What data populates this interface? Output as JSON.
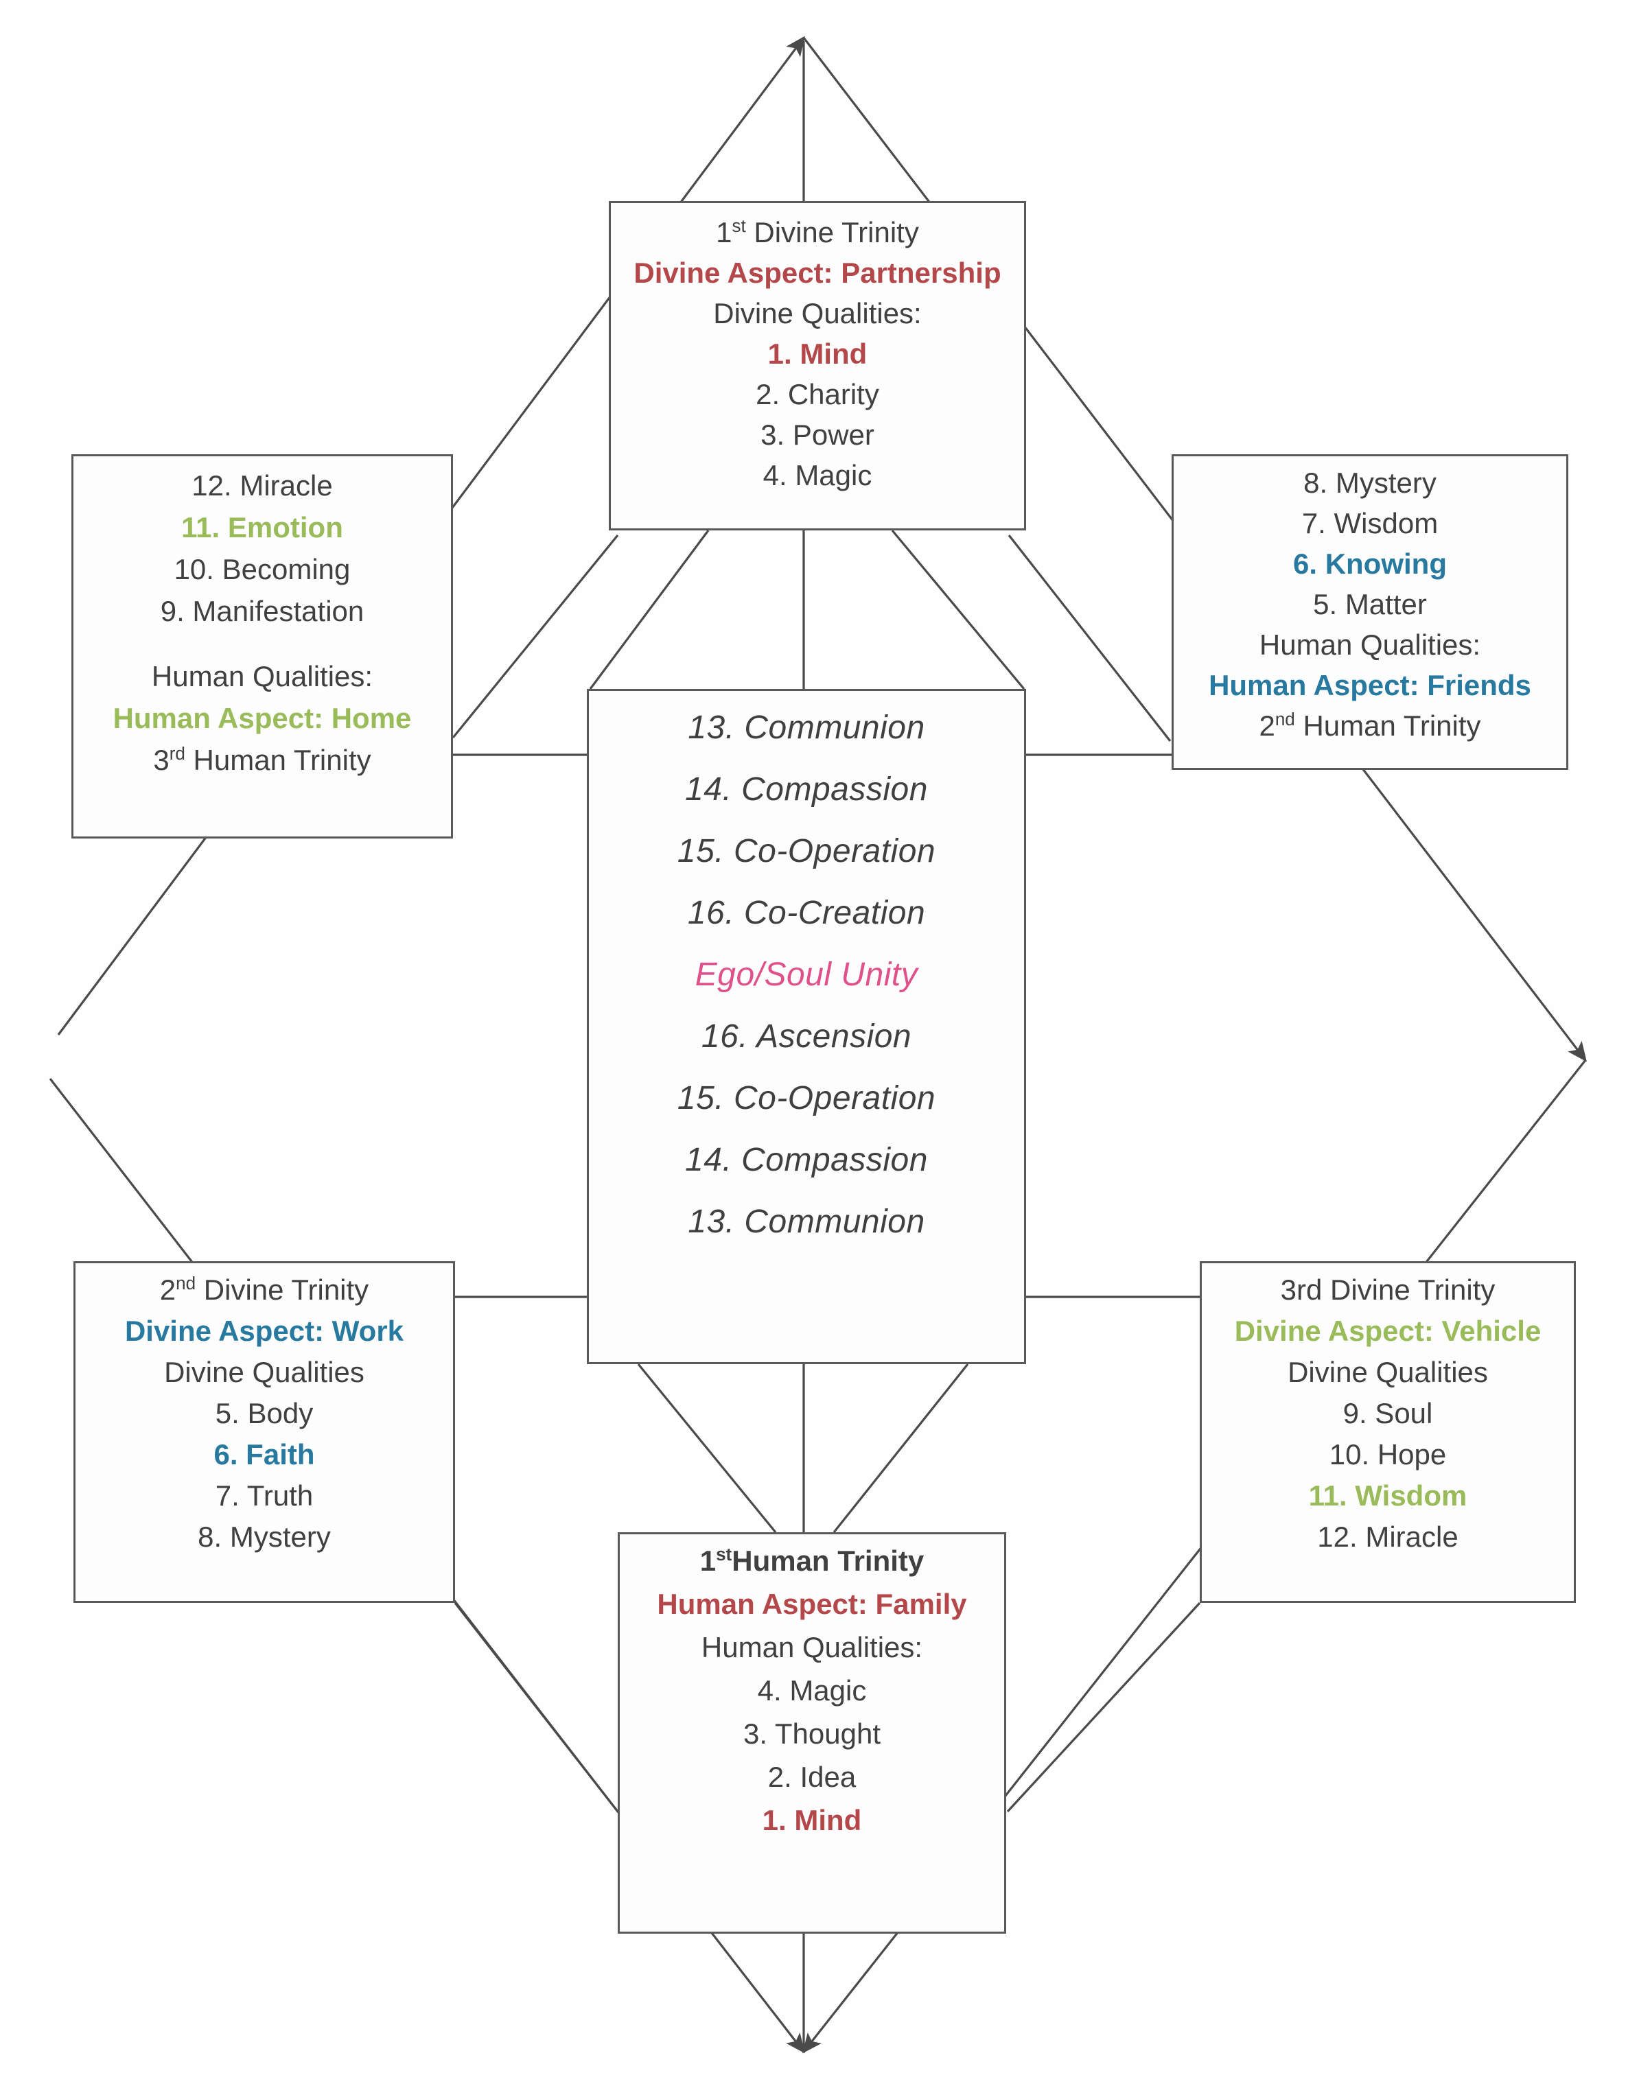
{
  "colors": {
    "red": "#b4474a",
    "blue": "#2779a0",
    "green": "#99bb59",
    "pink": "#e0508a",
    "text": "#404040",
    "border": "#595959"
  },
  "boxes": {
    "top": {
      "name": "1st Divine Trinity",
      "lines": [
        {
          "text": "1",
          "sup": "st",
          "rest": " Divine Trinity",
          "style": "plain"
        },
        {
          "text": "Divine Aspect:  Partnership",
          "style": "red"
        },
        {
          "text": "Divine Qualities:",
          "style": "plain"
        },
        {
          "text": "1. Mind",
          "style": "red"
        },
        {
          "text": "2. Charity",
          "style": "plain"
        },
        {
          "text": "3. Power",
          "style": "plain"
        },
        {
          "text": "4. Magic",
          "style": "plain"
        }
      ]
    },
    "left": {
      "name": "3rd Human Trinity",
      "lines": [
        {
          "text": "12.  Miracle",
          "style": "plain"
        },
        {
          "text": "11.  Emotion",
          "style": "green"
        },
        {
          "text": "10.  Becoming",
          "style": "plain"
        },
        {
          "text": "9.  Manifestation",
          "style": "plain"
        },
        {
          "text": "",
          "style": "spacer"
        },
        {
          "text": "Human Qualities:",
          "style": "plain"
        },
        {
          "text": "Human Aspect:  Home",
          "style": "green"
        },
        {
          "text": "3",
          "sup": "rd",
          "rest": " Human Trinity",
          "style": "plain"
        }
      ]
    },
    "right": {
      "name": "2nd Human Trinity",
      "lines": [
        {
          "text": "8.  Mystery",
          "style": "plain"
        },
        {
          "text": "7.  Wisdom",
          "style": "plain"
        },
        {
          "text": "6.  Knowing",
          "style": "blue"
        },
        {
          "text": "5.  Matter",
          "style": "plain"
        },
        {
          "text": "Human Qualities:",
          "style": "plain"
        },
        {
          "text": "Human Aspect: Friends",
          "style": "blue"
        },
        {
          "text": "2",
          "sup": "nd",
          "rest": " Human Trinity",
          "style": "plain"
        }
      ]
    },
    "center": {
      "name": "Ego/Soul Unity",
      "lines": [
        {
          "text": "13.  Communion",
          "style": "plain"
        },
        {
          "text": "14.  Compassion",
          "style": "plain"
        },
        {
          "text": "15.  Co-Operation",
          "style": "plain"
        },
        {
          "text": "16.  Co-Creation",
          "style": "plain"
        },
        {
          "text": "Ego/Soul Unity",
          "style": "pink"
        },
        {
          "text": "16.  Ascension",
          "style": "plain"
        },
        {
          "text": "15.  Co-Operation",
          "style": "plain"
        },
        {
          "text": "14.  Compassion",
          "style": "plain"
        },
        {
          "text": "13.  Communion",
          "style": "plain"
        }
      ]
    },
    "bottom_left": {
      "name": "2nd Divine Trinity",
      "lines": [
        {
          "text": "2",
          "sup": "nd",
          "rest": " Divine Trinity",
          "style": "plain"
        },
        {
          "text": "Divine Aspect:  Work",
          "style": "blue"
        },
        {
          "text": "Divine Qualities",
          "style": "plain"
        },
        {
          "text": "5.  Body",
          "style": "plain"
        },
        {
          "text": "6.  Faith",
          "style": "blue"
        },
        {
          "text": "7.  Truth",
          "style": "plain"
        },
        {
          "text": "8.  Mystery",
          "style": "plain"
        }
      ]
    },
    "bottom_right": {
      "name": "3rd Divine Trinity",
      "lines": [
        {
          "text": "3rd Divine Trinity",
          "style": "plain"
        },
        {
          "text": "Divine Aspect: Vehicle",
          "style": "green"
        },
        {
          "text": "Divine Qualities",
          "style": "plain"
        },
        {
          "text": "9.  Soul",
          "style": "plain"
        },
        {
          "text": "10. Hope",
          "style": "plain"
        },
        {
          "text": "11. Wisdom",
          "style": "green"
        },
        {
          "text": "12.  Miracle",
          "style": "plain"
        }
      ]
    },
    "bottom": {
      "name": "1st Human Trinity",
      "lines": [
        {
          "text": "1",
          "sup": "st",
          "rest": "Human Trinity",
          "style": "bold"
        },
        {
          "text": "Human Aspect:  Family",
          "style": "red"
        },
        {
          "text": "Human Qualities:",
          "style": "plain"
        },
        {
          "text": "4.  Magic",
          "style": "plain"
        },
        {
          "text": "3.  Thought",
          "style": "plain"
        },
        {
          "text": "2.  Idea",
          "style": "plain"
        },
        {
          "text": "1.  Mind",
          "style": "red"
        }
      ]
    }
  }
}
